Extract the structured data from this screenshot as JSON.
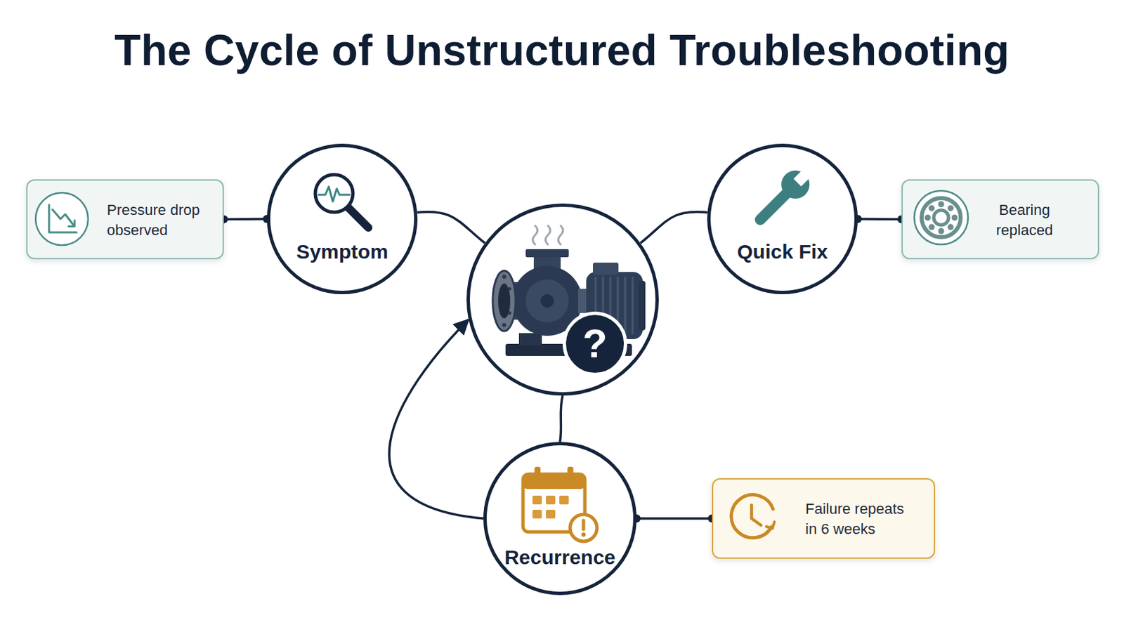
{
  "diagram": {
    "title": "The Cycle of Unstructured Troubleshooting",
    "nodes": [
      {
        "text": [
          "Pressure drop observed"
        ]
      },
      {
        "text": [
          "Symptom"
        ]
      },
      {
        "text": [
          "?"
        ]
      },
      {
        "text": [
          "Quick Fix"
        ]
      },
      {
        "text": [
          "Bearing replaced"
        ]
      },
      {
        "text": [
          "Recurrence"
        ]
      },
      {
        "text": [
          "Failure repeats in 6 weeks"
        ]
      }
    ],
    "edges": [
      {
        "from": 0,
        "to": 1,
        "arrow": "none"
      },
      {
        "from": 1,
        "to": 2,
        "arrow": "none"
      },
      {
        "from": 2,
        "to": 3,
        "arrow": "none"
      },
      {
        "from": 3,
        "to": 4,
        "arrow": "none"
      },
      {
        "from": 2,
        "to": 5,
        "arrow": "none"
      },
      {
        "from": 5,
        "to": 6,
        "arrow": "none"
      },
      {
        "from": 5,
        "to": 2,
        "arrow": "to"
      }
    ]
  }
}
